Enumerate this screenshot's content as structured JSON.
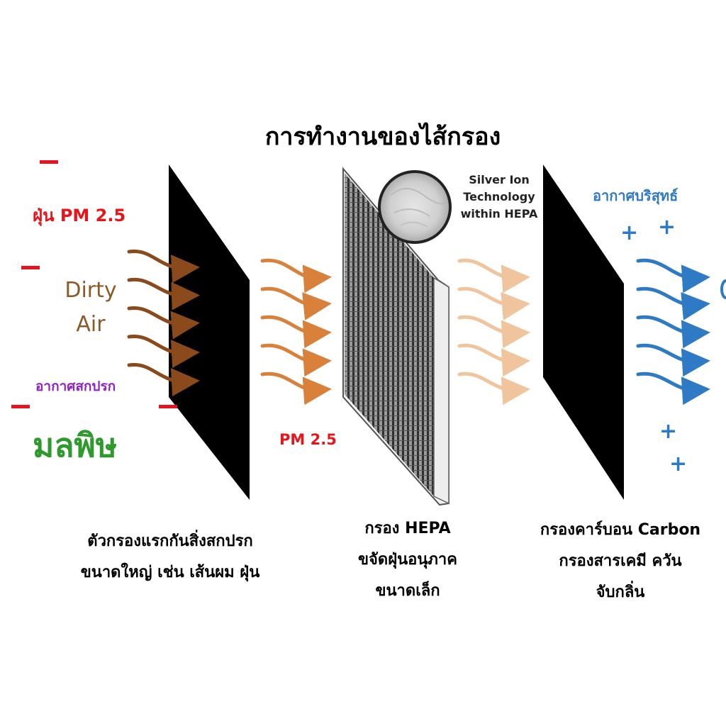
{
  "title": "การทำงานของไส้กรอง",
  "left": {
    "pm_label": "ฝุ่น PM 2.5",
    "dirty_line1": "Dirty",
    "dirty_line2": "Air",
    "dirty_thai": "อากาศสกปรก",
    "pollution": "มลพิษ"
  },
  "middle": {
    "pm_label": "PM 2.5",
    "silver_line1": "Silver Ion",
    "silver_line2": "Technology",
    "silver_line3": "within HEPA"
  },
  "right": {
    "clean_air": "อากาศบริสุทธ์"
  },
  "captions": {
    "pre_filter": [
      "ตัวกรองแรกกันสิ่งสกปรก",
      "ขนาดใหญ่ เช่น เส้นผม ฝุ่น"
    ],
    "hepa": [
      "กรอง HEPA",
      "ขจัดฝุ่นอนุภาค",
      "ขนาดเล็ก"
    ],
    "carbon": [
      "กรองคาร์บอน Carbon",
      "กรองสารเคมี ควัน",
      "จับกลิ่น"
    ]
  },
  "colors": {
    "dirty_arrow": "#8b4a1c",
    "mid_arrow": "#d9803a",
    "light_arrow": "#f0c49c",
    "clean_arrow": "#2f7ac4",
    "minus": "#e8141c",
    "plus": "#2f7ac4",
    "pollution": "#2e9a2e",
    "thai_dirty": "#8e24c8"
  }
}
